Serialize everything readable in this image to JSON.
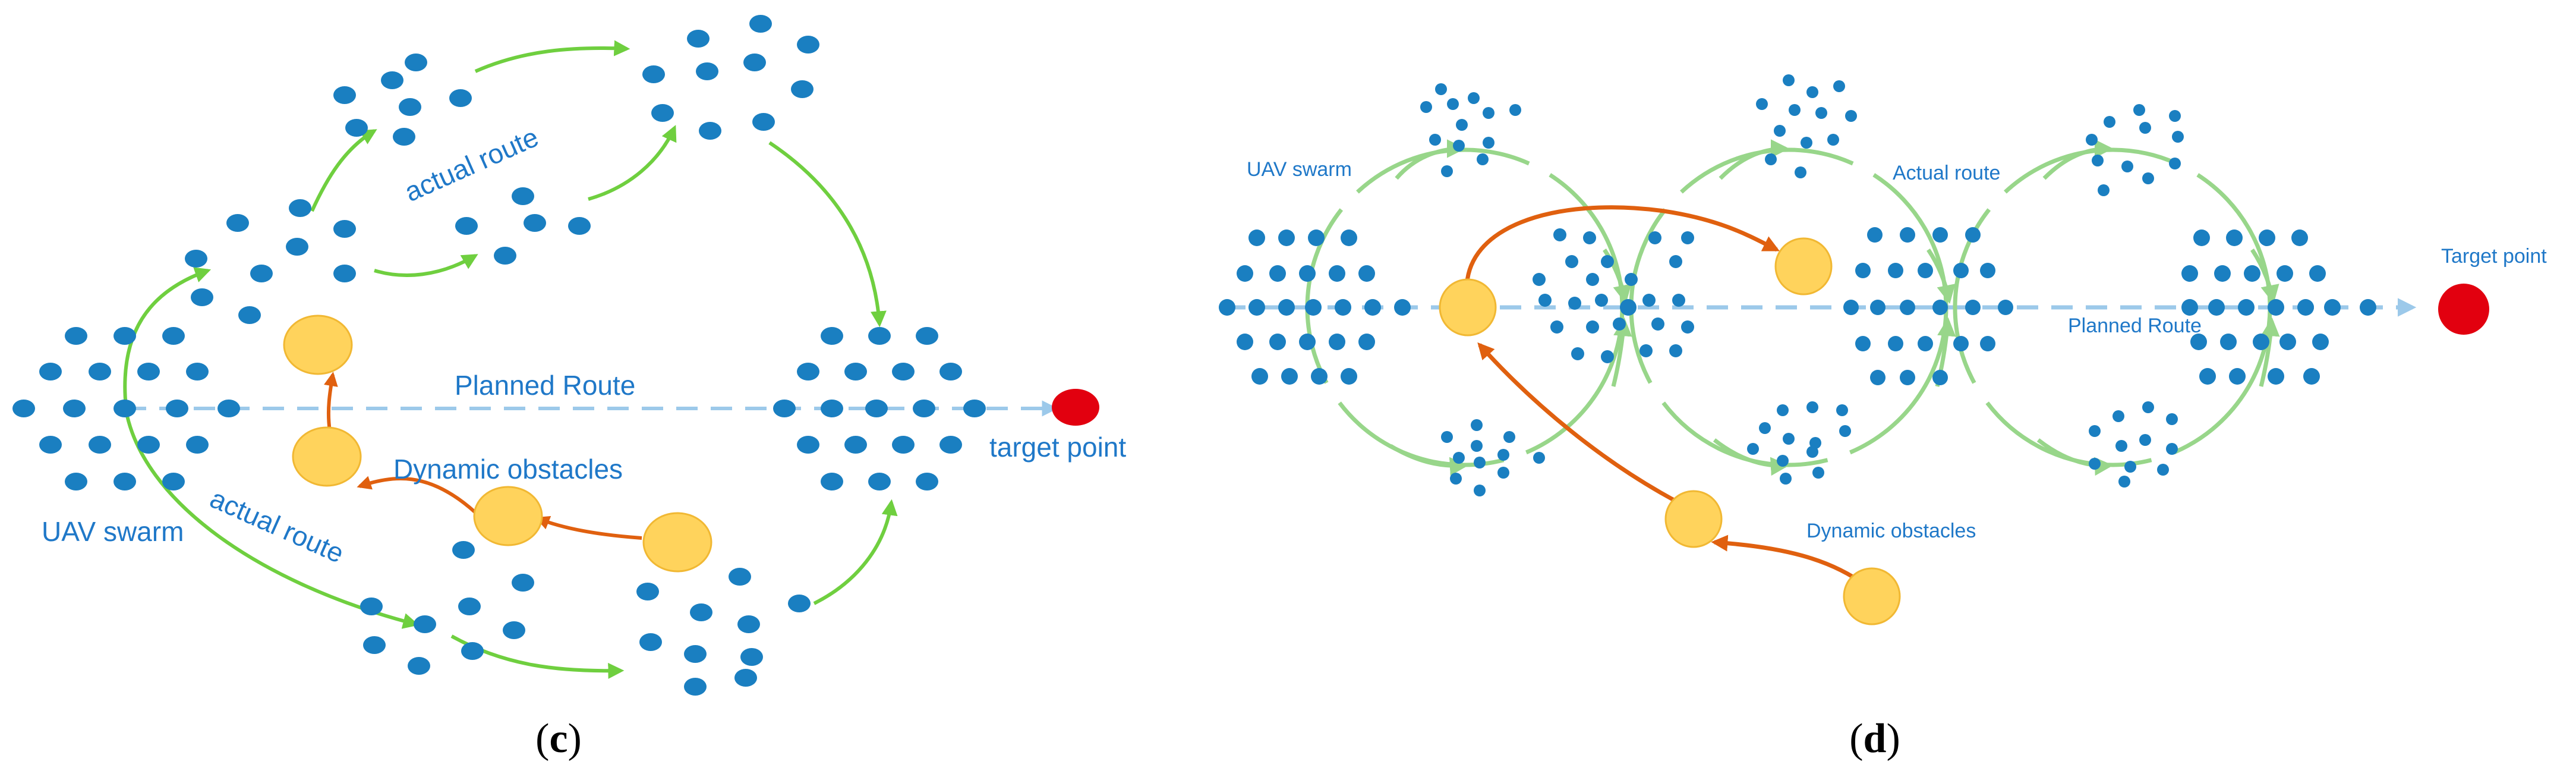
{
  "colors": {
    "uav": "#1a7fc1",
    "actual_route_arrow": "#6fcf3f",
    "actual_route_arrow_d": "#98d68a",
    "obstacle_fill": "#ffd35c",
    "obstacle_stroke": "#f1b833",
    "obstacle_arrow": "#e0600f",
    "planned_route": "#9cc9ea",
    "target": "#e2000f",
    "label_text": "#1f78c8"
  },
  "panel_c": {
    "caption": {
      "open": "(",
      "letter": "c",
      "close": ")"
    },
    "labels": {
      "actual_route_top": "actual route",
      "planned_route": "Planned Route",
      "target_point": "target point",
      "dynamic_obstacles": "Dynamic obstacles",
      "uav_swarm": "UAV swarm",
      "actual_route_bottom": "actual route"
    }
  },
  "panel_d": {
    "caption": {
      "open": "(",
      "letter": "d",
      "close": ")"
    },
    "labels": {
      "uav_swarm": "UAV swarm",
      "actual_route": "Actual route",
      "target_point": "Target point",
      "planned_route": "Planned Route",
      "dynamic_obstacles": "Dynamic obstacles"
    }
  }
}
